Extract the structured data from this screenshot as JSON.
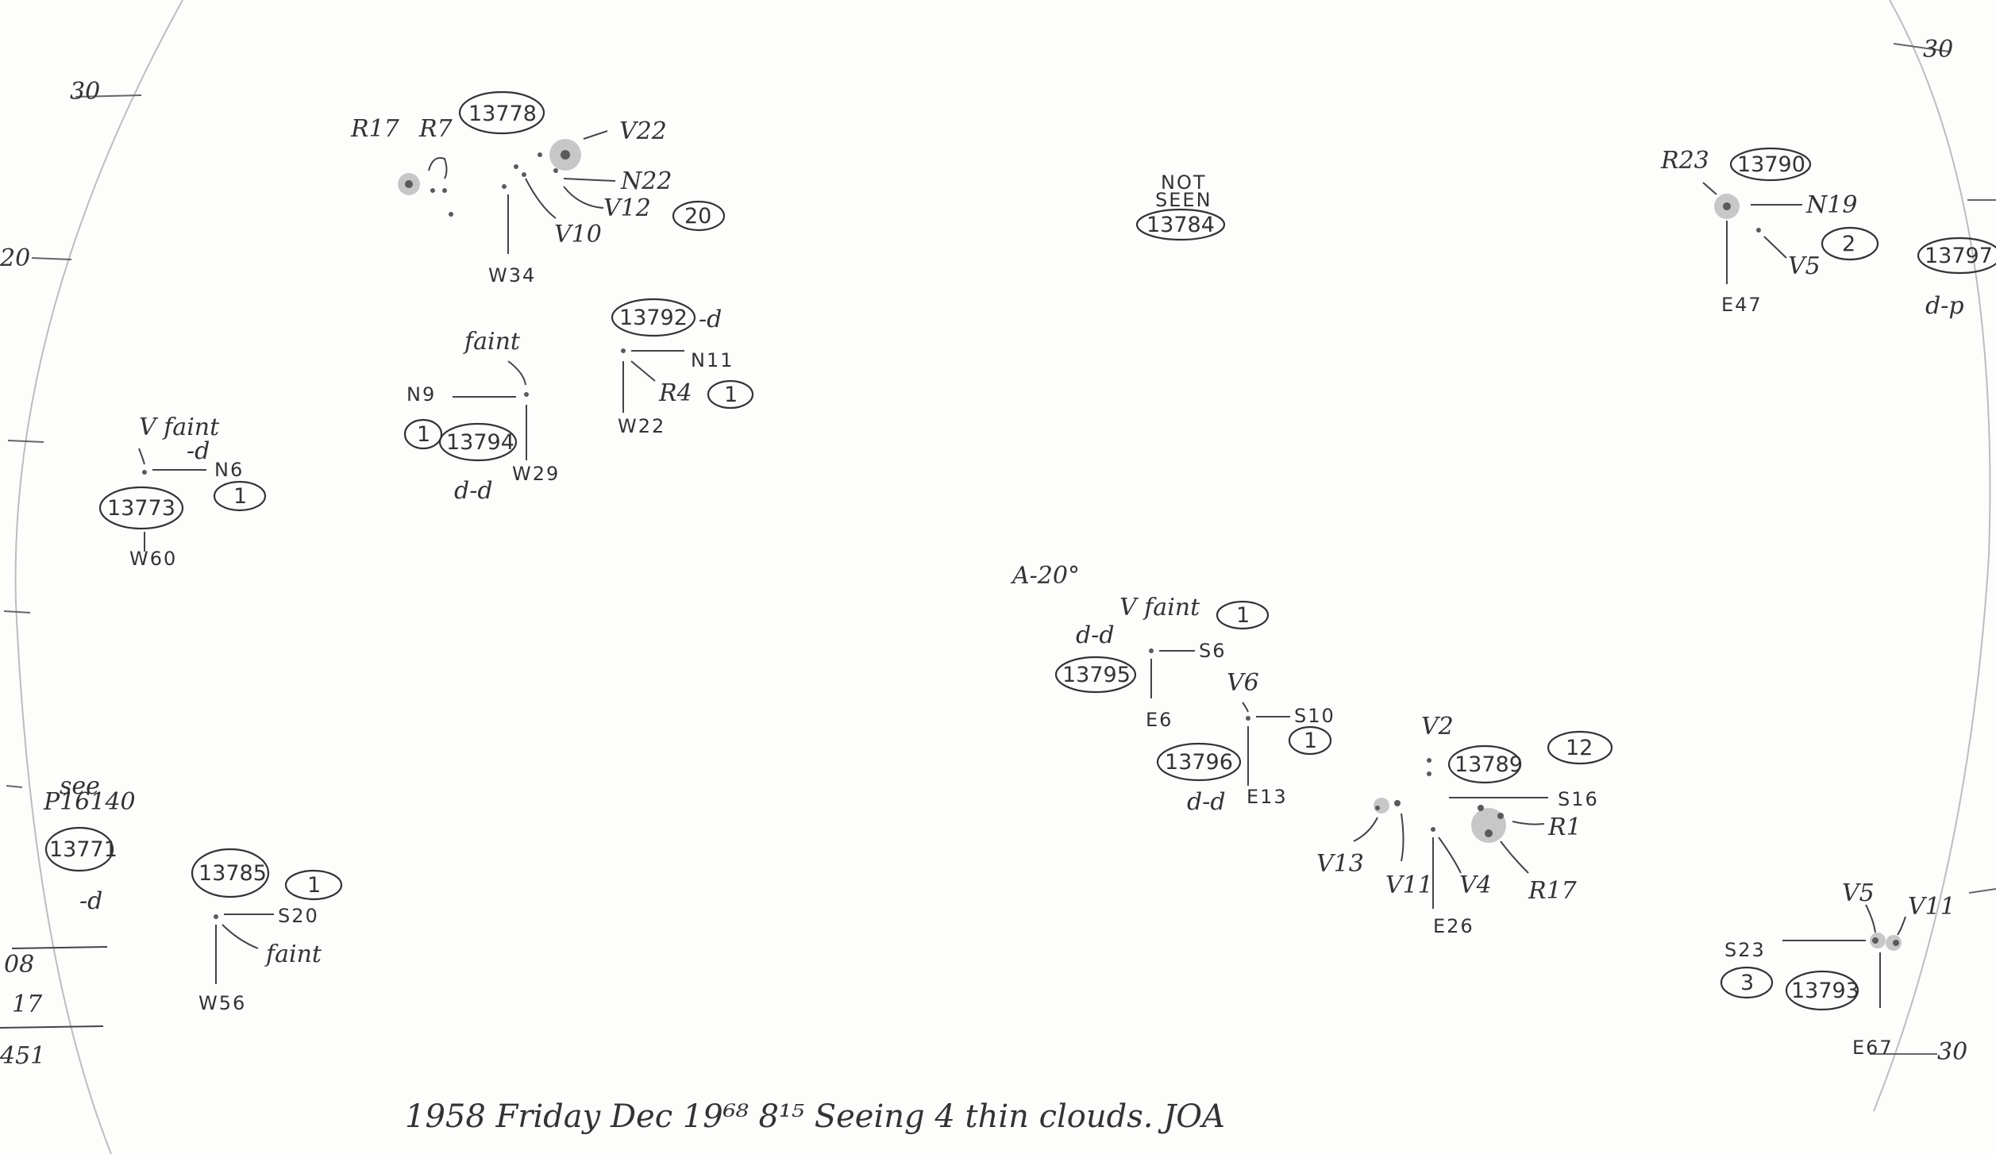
{
  "footer": {
    "text": "1958 Friday Dec 19⁶⁸ 8¹⁵ Seeing 4 thin clouds. JOA"
  },
  "limb": {
    "left_tick_labels": [
      "30",
      "20"
    ],
    "right_tick_labels": [
      "30",
      "30"
    ],
    "tally": [
      "08",
      "17",
      "451"
    ],
    "angle_label": "A-20°"
  },
  "groups": [
    {
      "number": "13778",
      "labels": [
        "R17",
        "R7",
        "V22",
        "N22",
        "V12",
        "V10",
        "W34"
      ],
      "count": "20"
    },
    {
      "number": "13784",
      "labels": [
        "NOT",
        "SEEN"
      ]
    },
    {
      "number": "13790",
      "labels": [
        "R23",
        "N19",
        "V5",
        "E47"
      ],
      "count": "2"
    },
    {
      "number": "13797",
      "labels": [
        "d-p"
      ]
    },
    {
      "number": "13792",
      "labels": [
        "-d",
        "N11",
        "R4",
        "W22"
      ],
      "count": "1"
    },
    {
      "number": "13794",
      "labels": [
        "faint",
        "N9",
        "W29",
        "d-d"
      ],
      "count": "1"
    },
    {
      "number": "13773",
      "labels": [
        "V faint",
        "-d",
        "N6",
        "W60"
      ],
      "count": "1"
    },
    {
      "number": "13795",
      "labels": [
        "V faint",
        "d-d",
        "S6",
        "E6"
      ],
      "count": "1"
    },
    {
      "number": "13796",
      "labels": [
        "V6",
        "S10",
        "d-d",
        "E13"
      ],
      "count": "1"
    },
    {
      "number": "13789",
      "labels": [
        "V2",
        "S16",
        "R1",
        "R17",
        "V13",
        "V11",
        "V4",
        "E26"
      ],
      "count": "12"
    },
    {
      "number": "13771",
      "labels": [
        "see",
        "P16140",
        "-d"
      ]
    },
    {
      "number": "13785",
      "labels": [
        "S20",
        "faint",
        "W56"
      ],
      "count": "1"
    },
    {
      "number": "13793",
      "labels": [
        "V5",
        "V11",
        "S23",
        "E67"
      ],
      "count": "3"
    }
  ]
}
